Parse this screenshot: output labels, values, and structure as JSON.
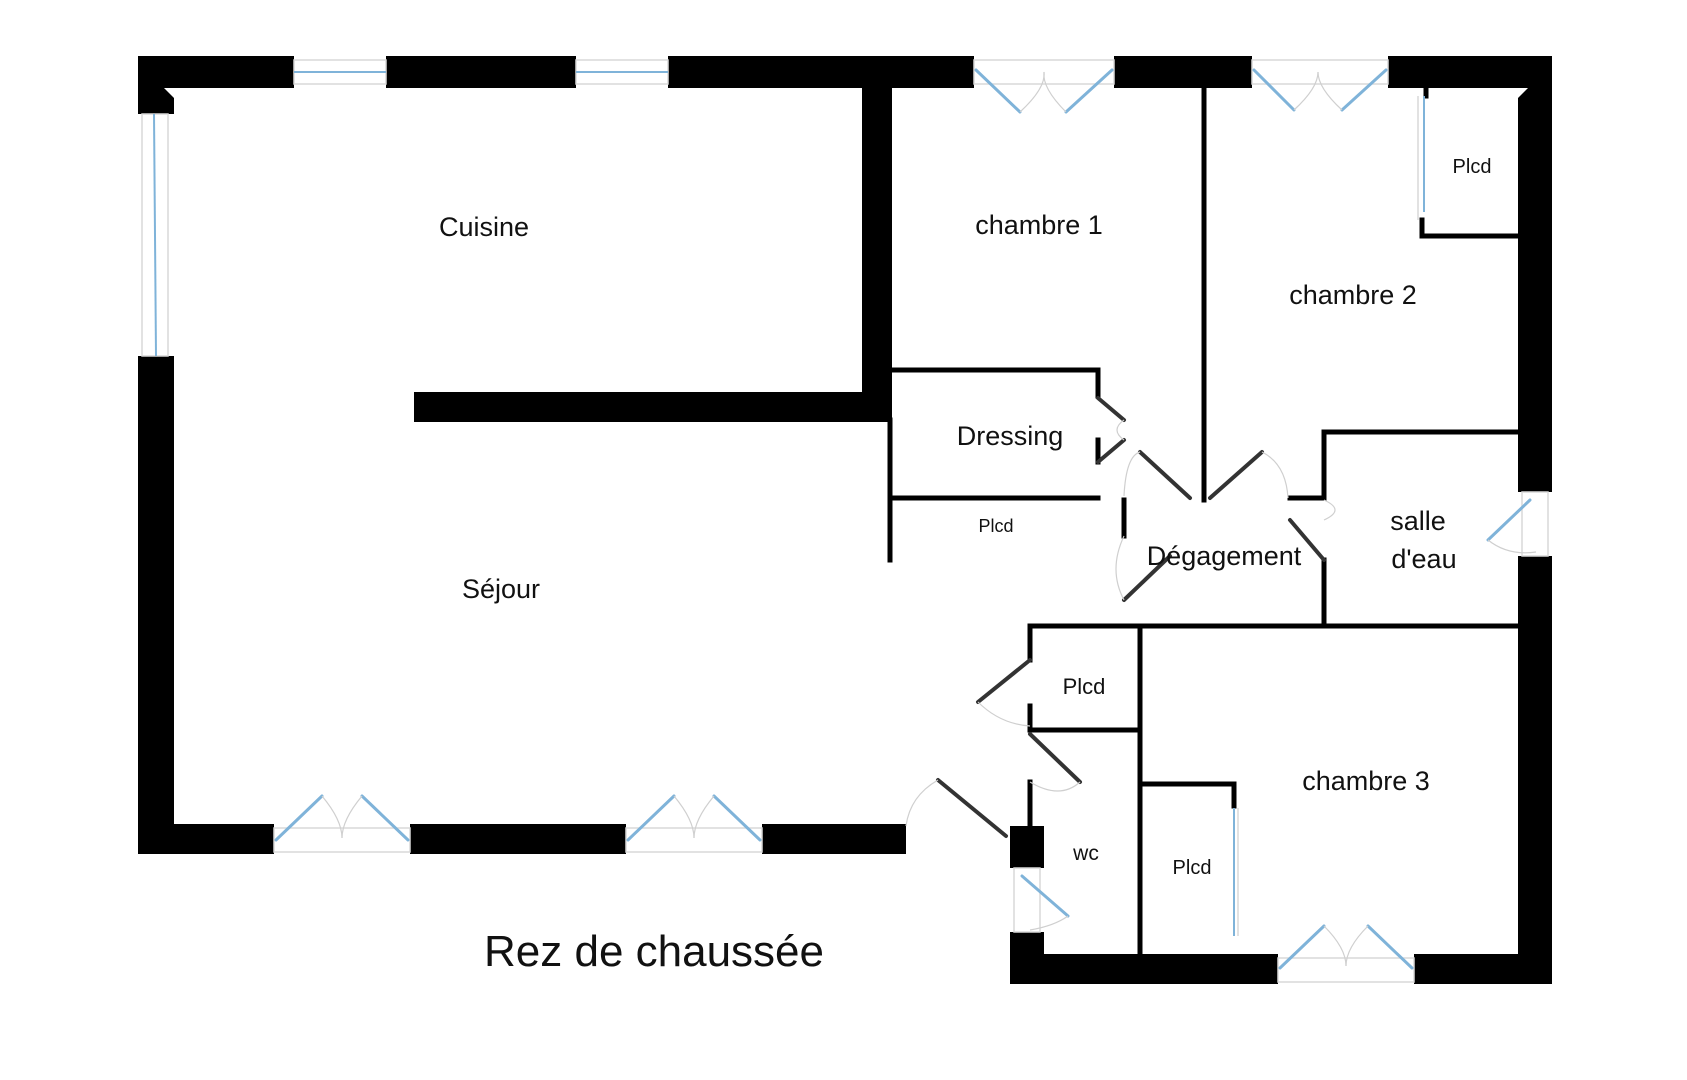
{
  "plan": {
    "title": "Rez de chaussée",
    "colors": {
      "wall": "#000000",
      "window_glass": "#7fb3d9",
      "background": "#ffffff"
    },
    "rooms": {
      "cuisine": "Cuisine",
      "sejour": "Séjour",
      "chambre1": "chambre 1",
      "chambre2": "chambre 2",
      "chambre3": "chambre 3",
      "dressing": "Dressing",
      "degagement": "Dégagement",
      "salle_eau_1": "salle",
      "salle_eau_2": "d'eau",
      "wc": "wc",
      "plcd_ch2": "Plcd",
      "plcd_dressing": "Plcd",
      "plcd_wc": "Plcd",
      "plcd_ch3": "Plcd"
    }
  }
}
